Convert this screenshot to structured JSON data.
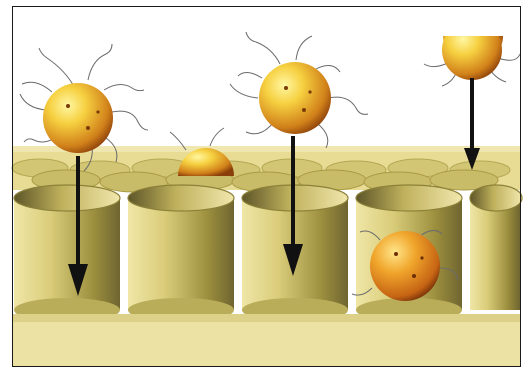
{
  "figure": {
    "subject": "nanoparticles-settling-into-pores",
    "colors": {
      "background": "#ffffff",
      "border": "#1a1a1a",
      "surface_top": "#e6d98c",
      "surface_shadow": "#cbbd63",
      "pore_inner": "#b7a84f",
      "pore_dark": "#6e652e",
      "particle_light": "#fff07a",
      "particle_mid": "#f0b52a",
      "particle_dark": "#b45f10",
      "arrow": "#111111",
      "ligand": "#6b6b6b"
    },
    "icons": [
      "nanoparticle-icon",
      "down-arrow-icon"
    ],
    "particle_count": 5,
    "arrow_count": 3
  }
}
